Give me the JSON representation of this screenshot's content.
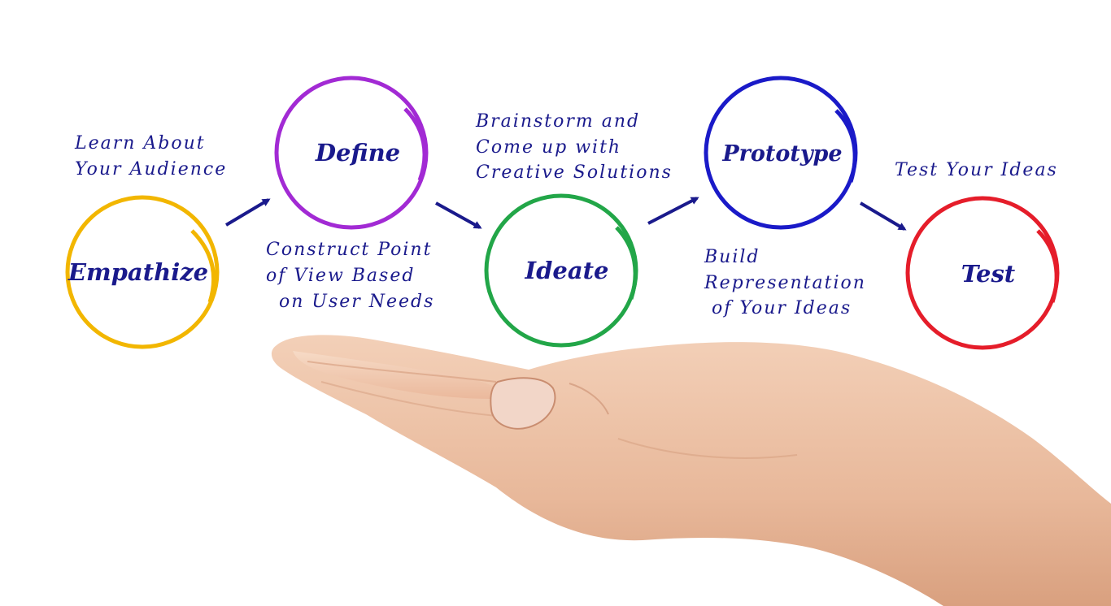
{
  "diagram": {
    "stages": [
      {
        "label": "Empathize",
        "color": "#f2b600"
      },
      {
        "label": "Define",
        "color": "#a22ad4"
      },
      {
        "label": "Ideate",
        "color": "#22a648"
      },
      {
        "label": "Prototype",
        "color": "#1a1ac8"
      },
      {
        "label": "Test",
        "color": "#e51d2a"
      }
    ],
    "notes": {
      "empathize": [
        "Learn About",
        "Your Audience"
      ],
      "define": [
        "Construct Point",
        "of View  Based",
        "on User Needs"
      ],
      "ideate": [
        "Brainstorm and",
        "Come up with",
        "Creative Solutions"
      ],
      "prototype": [
        "Build",
        "Representation",
        "of Your Ideas"
      ],
      "test": [
        "Test Your Ideas"
      ]
    },
    "arrow_color": "#1a1a8c"
  }
}
